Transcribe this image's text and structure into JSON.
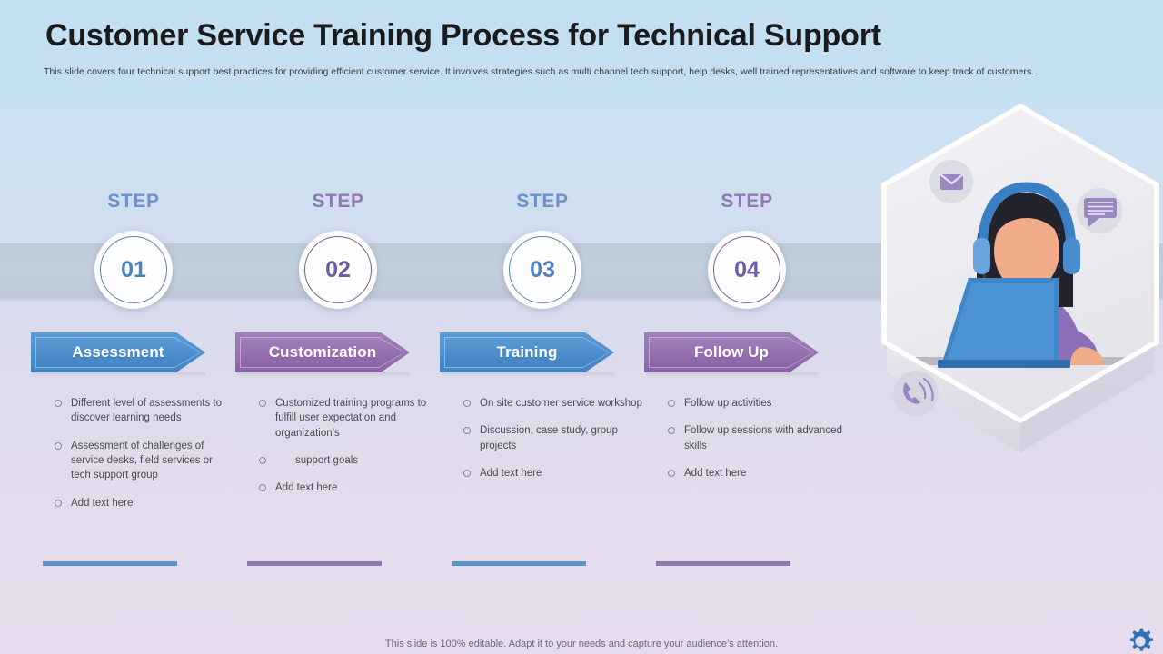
{
  "header": {
    "title": "Customer Service Training Process for Technical Support",
    "subtitle": "This slide covers four technical support best practices for providing efficient customer service. It involves strategies such as multi channel tech support, help desks, well trained representatives and software to keep track of customers."
  },
  "colors": {
    "blue_accent": "#4183c4",
    "purple_accent": "#8a63a6",
    "step_blue": "#4f93d0",
    "step_purple": "#7c6fb5",
    "band_grey": "#bfccd8",
    "header_bg": "#c4def2",
    "footer_bg": "#e7dced",
    "gear": "#2e72b5"
  },
  "steps": [
    {
      "step_word": "STEP",
      "number": "01",
      "label": "Assessment",
      "theme": "blue",
      "bullets": [
        {
          "text": "Different  level  of assessments to discover  learning  needs",
          "indent": false
        },
        {
          "text": "Assessment of challenges  of service desks, field  services  or tech  support  group",
          "indent": false
        },
        {
          "text": "Add text here",
          "indent": false
        }
      ]
    },
    {
      "step_word": "STEP",
      "number": "02",
      "label": "Customization",
      "theme": "purple",
      "bullets": [
        {
          "text": "Customized training programs  to fulfill  user expectation and organization’s",
          "indent": false
        },
        {
          "text": "support  goals",
          "indent": true
        },
        {
          "text": "Add text here",
          "indent": false
        }
      ]
    },
    {
      "step_word": "STEP",
      "number": "03",
      "label": "Training",
      "theme": "blue",
      "bullets": [
        {
          "text": "On site customer service  workshop",
          "indent": false
        },
        {
          "text": "Discussion, case study, group projects",
          "indent": false
        },
        {
          "text": "Add text here",
          "indent": false
        }
      ]
    },
    {
      "step_word": "STEP",
      "number": "04",
      "label": "Follow Up",
      "theme": "purple",
      "bullets": [
        {
          "text": "Follow up activities",
          "indent": false
        },
        {
          "text": "Follow up sessions with advanced  skills",
          "indent": false
        },
        {
          "text": "Add text here",
          "indent": false
        }
      ]
    }
  ],
  "illustration": {
    "shape": "hexagon",
    "subject": "support-agent-with-headset-at-laptop",
    "badges": [
      "envelope-icon",
      "chat-bubble-icon",
      "ringing-phone-icon"
    ]
  },
  "footer": {
    "note": "This slide is 100% editable. Adapt it to your needs and capture your audience’s attention.",
    "corner_icon": "gear-icon"
  }
}
